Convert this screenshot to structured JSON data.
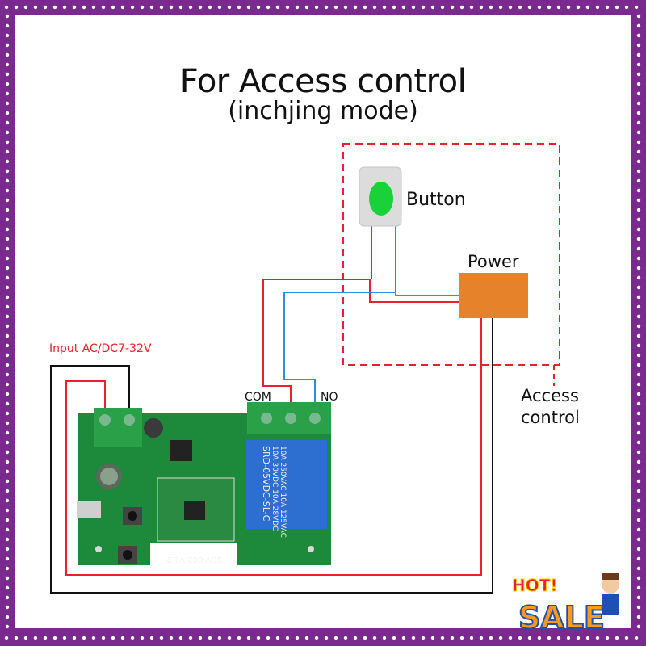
{
  "title": "For Access control",
  "subtitle": "(inchjing mode)",
  "labels": {
    "button": "Button",
    "power": "Power",
    "input": "Input AC/DC7-32V",
    "com": "COM",
    "no": "NO",
    "access_line1": "Access",
    "access_line2": "control",
    "board_version": "SDV-002 V1.2",
    "relay_line1": "10A 250VAC  10A 125VAC",
    "relay_line2": "10A 30VDC  10A 28VDC",
    "relay_model": "SRD-05VDC-SL-C"
  },
  "badge": {
    "hot": "HOT!",
    "sale": "SALE"
  },
  "colors": {
    "border": "#7a2a8f",
    "wire_red": "#e8212a",
    "wire_blue": "#2f8fd8",
    "wire_black": "#111111",
    "dashed_box": "#e8212a",
    "power_box": "#e6822a",
    "button_led": "#19d23a",
    "pcb": "#1c8a3a",
    "relay": "#2d6fd0",
    "terminal": "#2aa048"
  },
  "icons": [
    "button-icon",
    "power-supply-icon",
    "relay-module-icon",
    "sale-badge-icon"
  ]
}
